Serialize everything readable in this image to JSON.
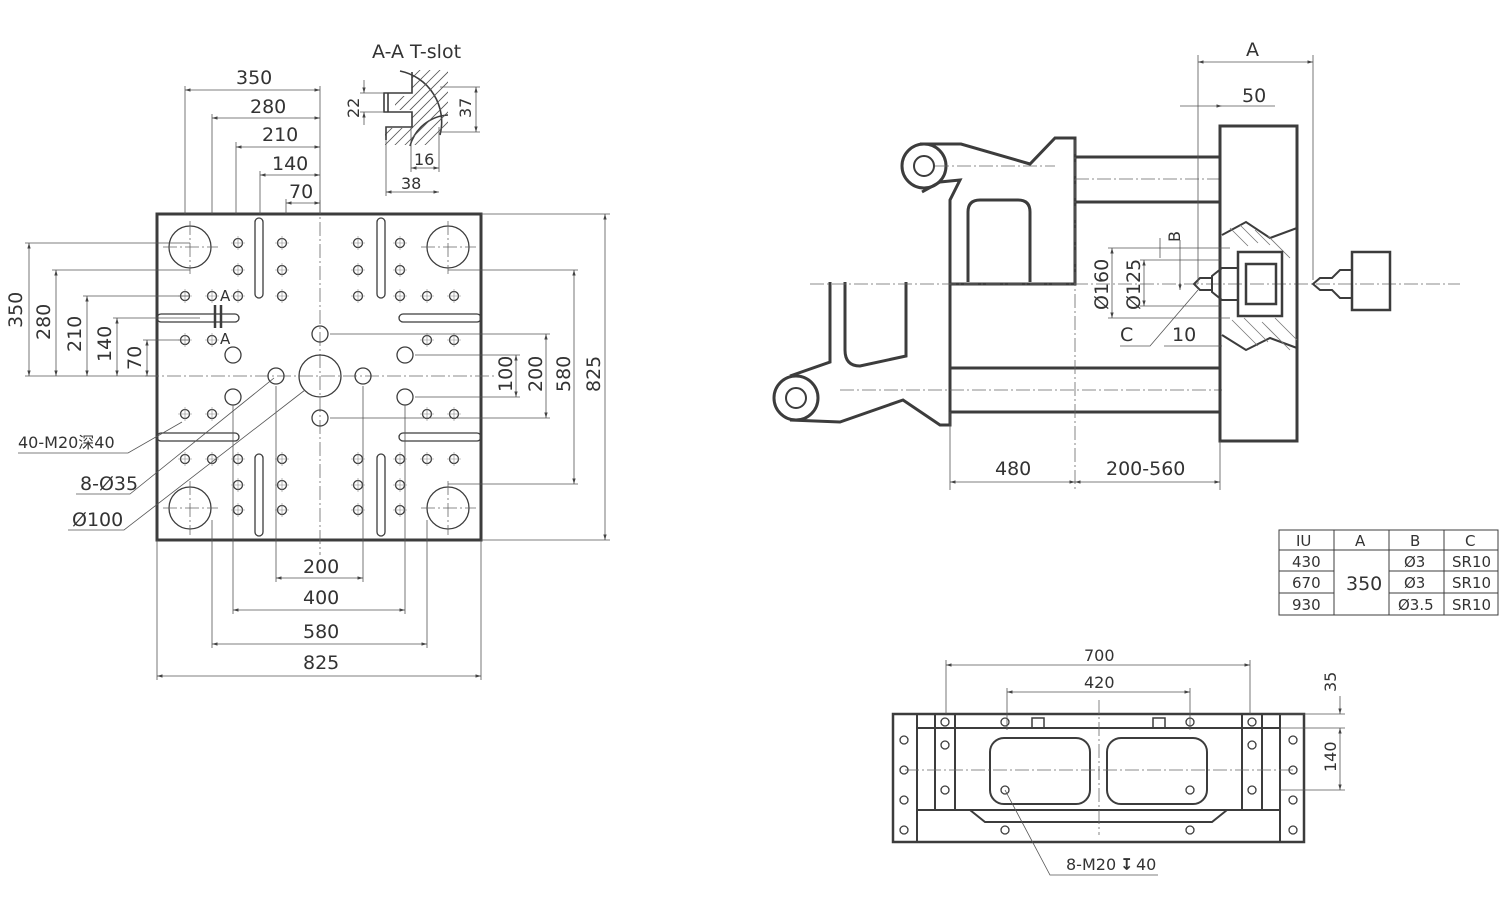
{
  "platen": {
    "labels": {
      "tslot_title": "A-A T-slot",
      "tslot_22": "22",
      "tslot_37": "37",
      "tslot_16": "16",
      "tslot_38": "38",
      "top_350": "350",
      "top_280": "280",
      "top_210": "210",
      "top_140": "140",
      "top_70": "70",
      "left_350": "350",
      "left_280": "280",
      "left_210": "210",
      "left_140": "140",
      "left_70": "70",
      "right_100": "100",
      "right_200": "200",
      "right_580": "580",
      "right_825": "825",
      "bot_200": "200",
      "bot_400": "400",
      "bot_580": "580",
      "bot_825": "825",
      "section_a1": "A",
      "section_a2": "A",
      "callout_thread": "40-M20深40",
      "callout_holes35": "8-Ø35",
      "callout_hole100": "Ø100"
    }
  },
  "side": {
    "labels": {
      "dim_a": "A",
      "dim_50": "50",
      "dim_b": "B",
      "dim_d160": "Ø160",
      "dim_d125": "Ø125",
      "dim_c": "C",
      "dim_10": "10",
      "dim_480": "480",
      "dim_200_560": "200-560"
    }
  },
  "table": {
    "headers": [
      "IU",
      "A",
      "B",
      "C"
    ],
    "iu": [
      "430",
      "670",
      "930"
    ],
    "a_merged": "350",
    "b": [
      "Ø3",
      "Ø3",
      "Ø3.5"
    ],
    "c": [
      "SR10",
      "SR10",
      "SR10"
    ]
  },
  "bottom": {
    "labels": {
      "dim_700": "700",
      "dim_420": "420",
      "dim_35": "35",
      "dim_140": "140",
      "callout_prefix": "8-M20",
      "callout_suffix": "40",
      "depth_symbol": "↧"
    }
  }
}
